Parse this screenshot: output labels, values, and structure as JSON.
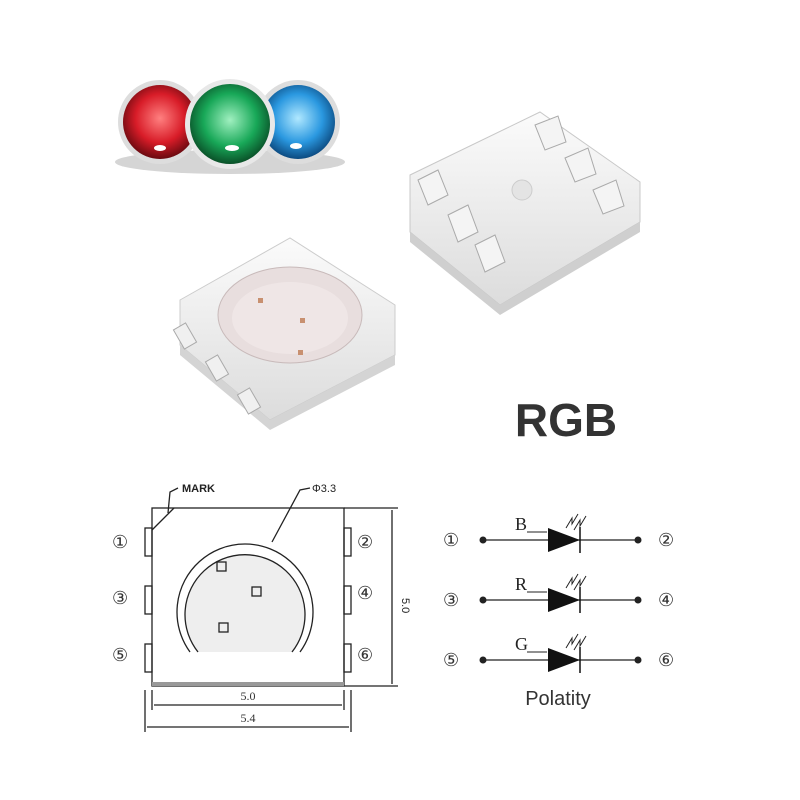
{
  "heading": "RGB",
  "drawing": {
    "mark_label": "MARK",
    "diameter_label": "Φ3.3",
    "height_label": "5.0",
    "width_label": "5.0",
    "outer_width_label": "5.4",
    "pins_left": [
      "①",
      "③",
      "⑤"
    ],
    "pins_right": [
      "②",
      "④",
      "⑥"
    ]
  },
  "circuit": {
    "rows": [
      {
        "color": "B",
        "left": "①",
        "right": "②"
      },
      {
        "color": "R",
        "left": "③",
        "right": "④"
      },
      {
        "color": "G",
        "left": "⑤",
        "right": "⑥"
      }
    ],
    "caption": "Polatity"
  },
  "colors": {
    "red": "#e0202a",
    "green": "#20b060",
    "blue": "#2aa0e8",
    "heading": "#333333"
  }
}
